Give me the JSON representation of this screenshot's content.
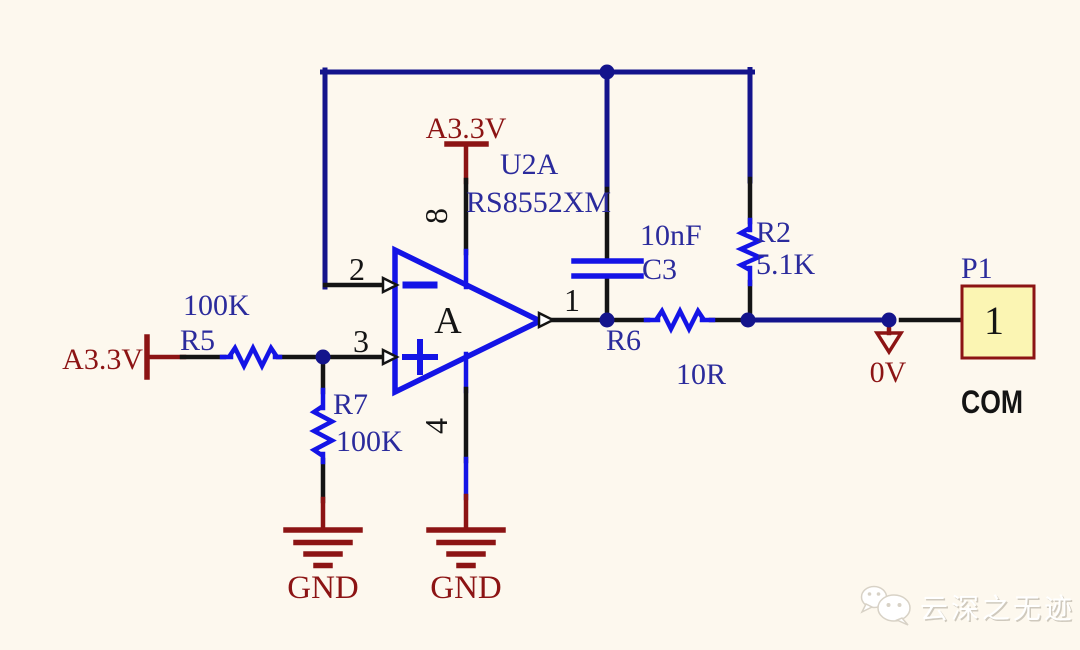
{
  "schematic": {
    "opamp": {
      "designator": "U2A",
      "part_number": "RS8552XM",
      "amp_letter": "A",
      "pin_inverting": "2",
      "pin_noninverting": "3",
      "pin_output": "1",
      "pin_vplus": "8",
      "pin_vminus": "4"
    },
    "power": {
      "a33v_opamp": "A3.3V",
      "a33v_input": "A3.3V",
      "gnd_left": "GND",
      "gnd_right": "GND",
      "zero_v": "0V"
    },
    "resistors": {
      "r5": {
        "ref": "R5",
        "value": "100K"
      },
      "r7": {
        "ref": "R7",
        "value": "100K"
      },
      "r6": {
        "ref": "R6",
        "value": "10R"
      },
      "r2": {
        "ref": "R2",
        "value": "5.1K"
      }
    },
    "capacitor": {
      "ref": "C3",
      "value": "10nF"
    },
    "connector": {
      "ref": "P1",
      "pin": "1",
      "net_name": "COM"
    },
    "watermark": {
      "text": "云深之无迹"
    },
    "colors": {
      "wire": "#14148C",
      "component": "#1414E6",
      "label": "#2B2B9C",
      "power": "#8C1414",
      "background": "#FDF8EE",
      "connector_fill": "#FBF5B3",
      "connector_border": "#8C1414"
    }
  }
}
